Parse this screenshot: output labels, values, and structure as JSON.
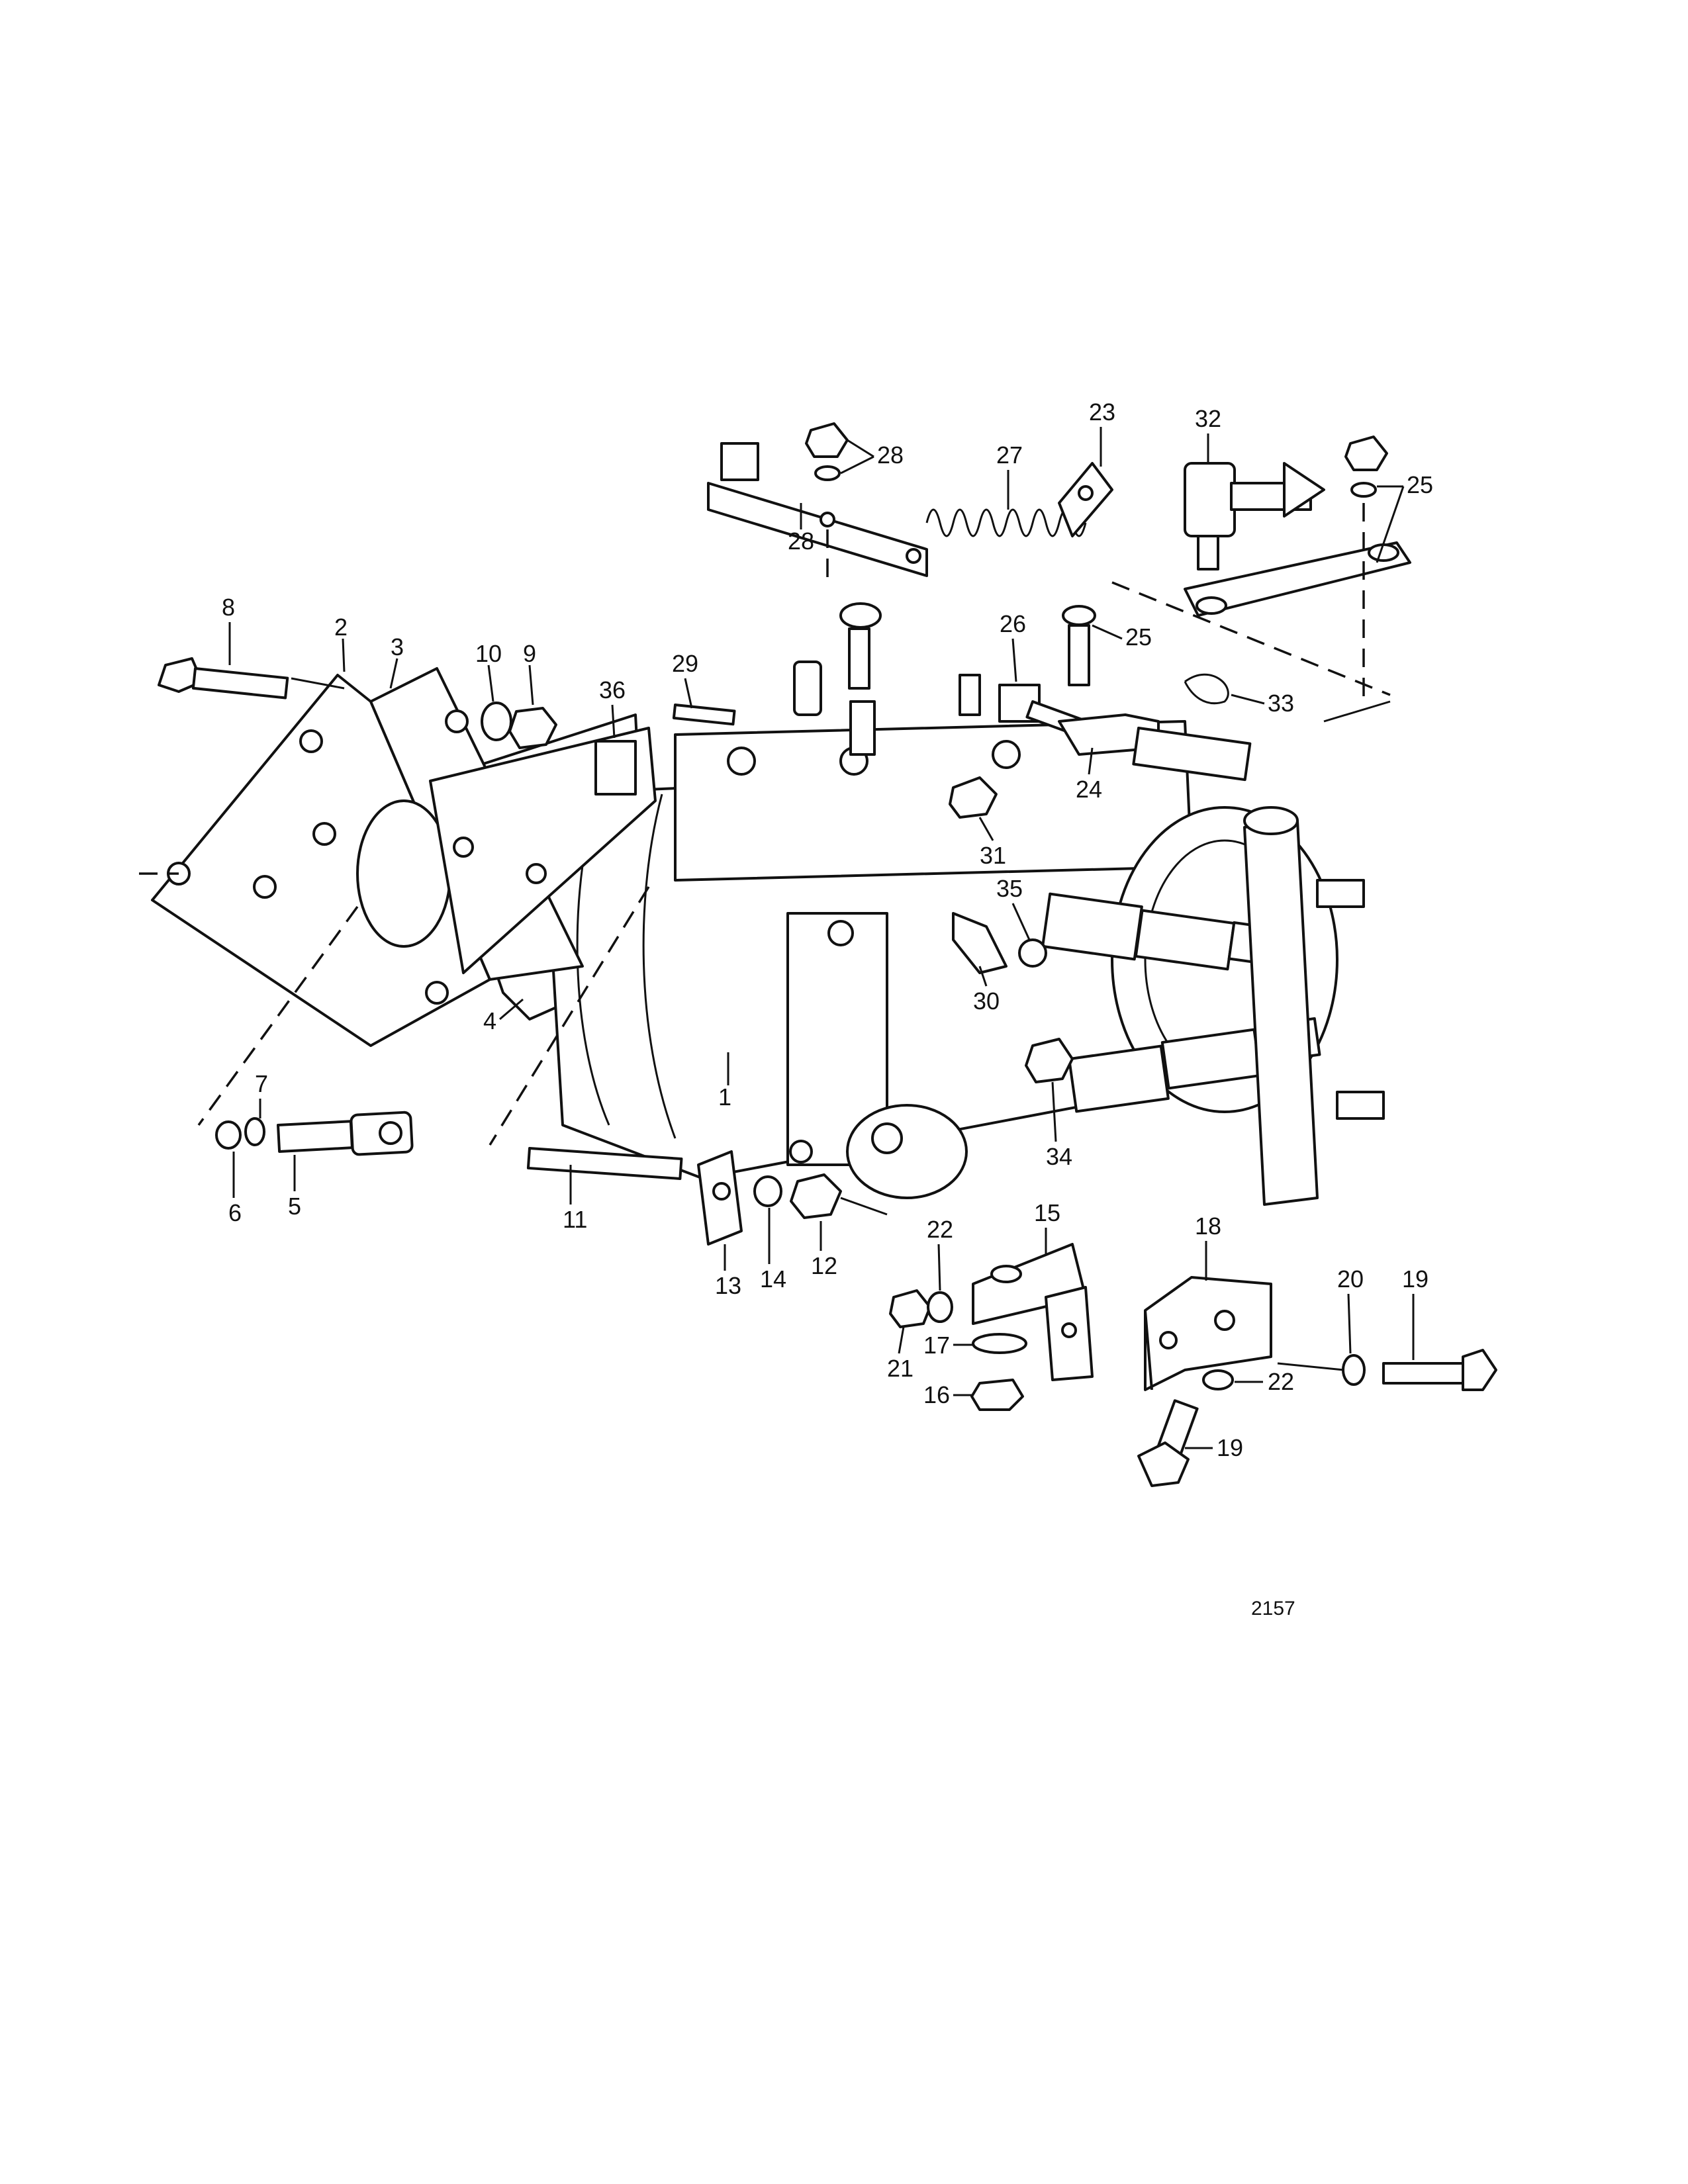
{
  "figure_number": "2157",
  "callouts": [
    "1",
    "2",
    "3",
    "4",
    "5",
    "6",
    "7",
    "8",
    "9",
    "10",
    "11",
    "12",
    "13",
    "14",
    "15",
    "16",
    "17",
    "18",
    "19",
    "19",
    "20",
    "21",
    "22",
    "22",
    "23",
    "24",
    "25",
    "25",
    "26",
    "27",
    "28",
    "28",
    "29",
    "30",
    "31",
    "32",
    "33",
    "34",
    "35",
    "36"
  ]
}
